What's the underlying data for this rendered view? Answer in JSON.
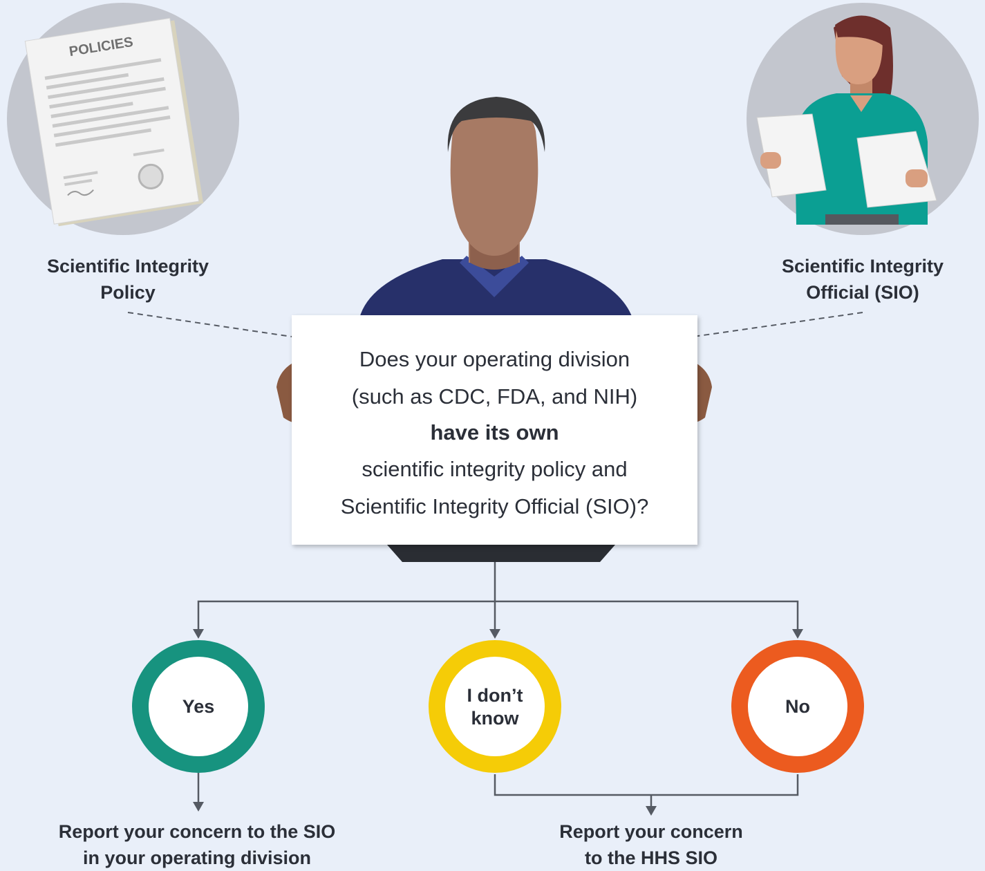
{
  "top": {
    "policy_label": [
      "Scientific Integrity",
      "Policy"
    ],
    "policy_doc_heading": "POLICIES",
    "sio_label": [
      "Scientific Integrity",
      "Official (SIO)"
    ]
  },
  "sign": {
    "lines": [
      "Does your operating division",
      "(such as CDC, FDA, and NIH)",
      "have its own",
      "scientific integrity policy and",
      "Scientific Integrity Official (SIO)?"
    ]
  },
  "choices": {
    "yes": [
      "Yes"
    ],
    "dont_know": [
      "I don’t",
      "know"
    ],
    "no": [
      "No"
    ]
  },
  "outcomes": {
    "yes_result": [
      "Report your concern to the SIO",
      "in your operating division"
    ],
    "other_result": [
      "Report your concern",
      "to the HHS SIO"
    ]
  },
  "colors": {
    "background": "#e9eff9",
    "yes": "#17937f",
    "dont_know": "#f5cc07",
    "no": "#ec5b1f",
    "connector": "#555a63",
    "text": "#2b2f38",
    "shirt": "#27306a",
    "skin": "#a77a64",
    "hair": "#3b3b3d"
  }
}
